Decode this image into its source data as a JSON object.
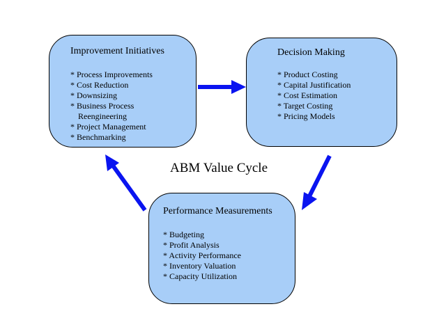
{
  "diagram": {
    "title": "ABM Value Cycle",
    "colors": {
      "node_fill": "#a8cef8",
      "node_border": "#000000",
      "arrow": "#0a14f0",
      "text": "#000000",
      "background": "#ffffff"
    },
    "nodes": {
      "improvement": {
        "title": "Improvement Initiatives",
        "items": [
          {
            "bullet": "* ",
            "text": "Process Improvements",
            "cont": ""
          },
          {
            "bullet": "* ",
            "text": "Cost Reduction",
            "cont": ""
          },
          {
            "bullet": "* ",
            "text": "Downsizing",
            "cont": ""
          },
          {
            "bullet": "* ",
            "text": "Business Process",
            "cont": "Reengineering"
          },
          {
            "bullet": "* ",
            "text": "Project Management",
            "cont": ""
          },
          {
            "bullet": "* ",
            "text": "Benchmarking",
            "cont": ""
          }
        ]
      },
      "decision": {
        "title": "Decision Making",
        "items": [
          {
            "bullet": "* ",
            "text": "Product Costing",
            "cont": ""
          },
          {
            "bullet": "* ",
            "text": "Capital Justification",
            "cont": ""
          },
          {
            "bullet": "* ",
            "text": "Cost Estimation",
            "cont": ""
          },
          {
            "bullet": "* ",
            "text": "Target Costing",
            "cont": ""
          },
          {
            "bullet": "* ",
            "text": "Pricing Models",
            "cont": ""
          }
        ]
      },
      "performance": {
        "title": "Performance Measurements",
        "items": [
          {
            "bullet": "* ",
            "text": "Budgeting",
            "cont": ""
          },
          {
            "bullet": "* ",
            "text": "Profit Analysis",
            "cont": ""
          },
          {
            "bullet": "* ",
            "text": "Activity Performance",
            "cont": ""
          },
          {
            "bullet": "* ",
            "text": "Inventory Valuation",
            "cont": ""
          },
          {
            "bullet": "* ",
            "text": "Capacity Utilization",
            "cont": ""
          }
        ]
      }
    },
    "edges": [
      {
        "from": "improvement",
        "to": "decision"
      },
      {
        "from": "decision",
        "to": "performance"
      },
      {
        "from": "performance",
        "to": "improvement"
      }
    ]
  }
}
